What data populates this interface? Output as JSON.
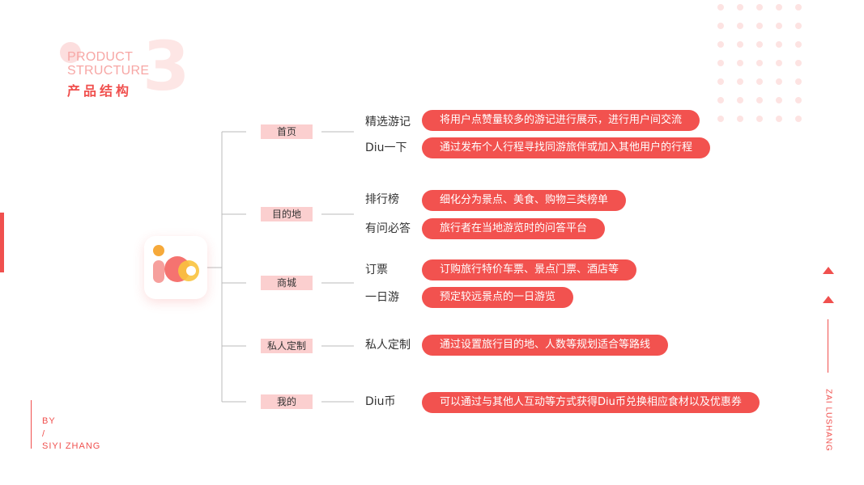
{
  "title": {
    "en_line1": "PRODUCT",
    "en_line2": "STRUCTURE",
    "cn": "产品结构",
    "number": "3"
  },
  "author": {
    "by": "BY",
    "slash": "/",
    "name": "SIYI ZHANG"
  },
  "side_text": "ZAI LUSHANG",
  "colors": {
    "accent": "#f0504e",
    "pill": "#f2524f",
    "category_bg": "#fbcfcf",
    "dots": "#fde3e2"
  },
  "categories": [
    {
      "label": "首页"
    },
    {
      "label": "目的地"
    },
    {
      "label": "商城"
    },
    {
      "label": "私人定制"
    },
    {
      "label": "我的"
    }
  ],
  "features": [
    {
      "name": "精选游记",
      "desc": "将用户点赞量较多的游记进行展示，进行用户间交流"
    },
    {
      "name": "Diu一下",
      "desc": "通过发布个人行程寻找同游旅伴或加入其他用户的行程"
    },
    {
      "name": "排行榜",
      "desc": "细化分为景点、美食、购物三类榜单"
    },
    {
      "name": "有问必答",
      "desc": "旅行者在当地游览时的问答平台"
    },
    {
      "name": "订票",
      "desc": "订购旅行特价车票、景点门票、酒店等"
    },
    {
      "name": "一日游",
      "desc": "预定较远景点的一日游览"
    },
    {
      "name": "私人定制",
      "desc": "通过设置旅行目的地、人数等规划适合等路线"
    },
    {
      "name": "Diu币",
      "desc": "可以通过与其他人互动等方式获得Diu币兑换相应食材以及优惠券"
    }
  ]
}
